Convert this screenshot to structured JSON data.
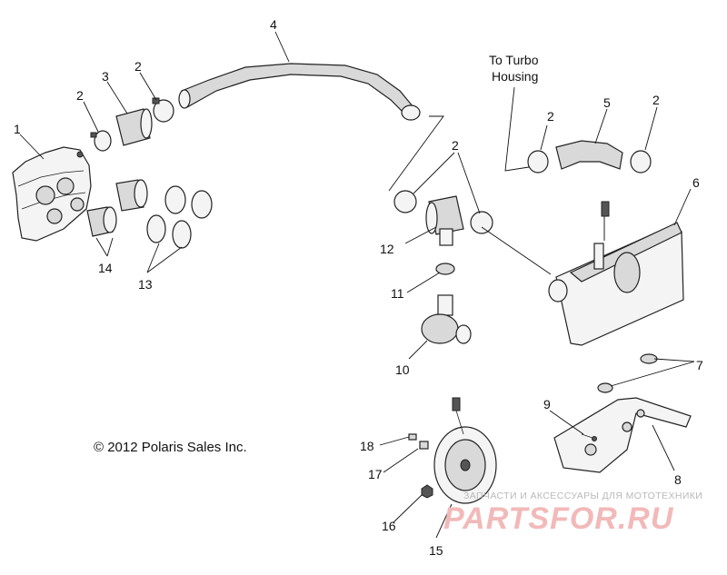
{
  "callouts": {
    "c1": "1",
    "c2a": "2",
    "c2b": "2",
    "c2c": "2",
    "c2d": "2",
    "c2e": "2",
    "c3": "3",
    "c4": "4",
    "c5": "5",
    "c6": "6",
    "c7": "7",
    "c8": "8",
    "c9": "9",
    "c10": "10",
    "c11": "11",
    "c12": "12",
    "c13": "13",
    "c14": "14",
    "c15": "15",
    "c16": "16",
    "c17": "17",
    "c18": "18"
  },
  "note": {
    "line1": "To Turbo",
    "line2": "Housing"
  },
  "copyright": "© 2012 Polaris Sales Inc.",
  "watermark": {
    "tagline": "ЗАПЧАСТИ И АКСЕССУАРЫ ДЛЯ МОТОТЕХНИКИ",
    "logo": "PARTSFOR.RU",
    "color": "#f2b9b9"
  }
}
